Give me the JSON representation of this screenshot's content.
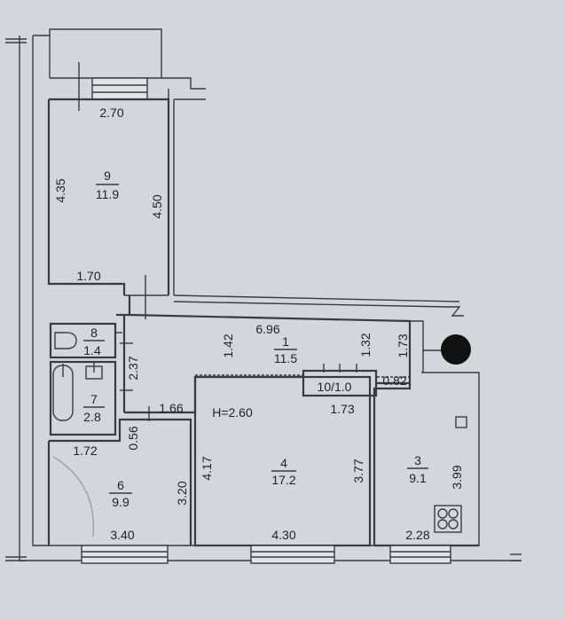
{
  "rooms": [
    {
      "id": "9",
      "area": "11.9"
    },
    {
      "id": "8",
      "area": "1.4"
    },
    {
      "id": "7",
      "area": "2.8"
    },
    {
      "id": "1",
      "area": "11.5"
    },
    {
      "id": "10",
      "area": "1.0",
      "combined": "10/1.0"
    },
    {
      "id": "4",
      "area": "17.2"
    },
    {
      "id": "3",
      "area": "9.1"
    },
    {
      "id": "6",
      "area": "9.9"
    }
  ],
  "dimensions": {
    "d_2_70": "2.70",
    "d_4_35": "4.35",
    "d_4_50": "4.50",
    "d_1_70": "1.70",
    "d_6_96": "6.96",
    "d_1_42": "1.42",
    "d_1_32": "1.32",
    "d_1_73_v": "1.73",
    "d_2_37": "2.37",
    "d_0_82": "0.82",
    "d_1_73_h": "1.73",
    "d_1_66": "1.66",
    "d_0_56": "0.56",
    "d_1_72": "1.72",
    "d_3_20": "3.20",
    "d_4_17": "4.17",
    "d_3_77": "3.77",
    "d_3_99": "3.99",
    "d_3_40": "3.40",
    "d_4_30": "4.30",
    "d_2_28": "2.28"
  },
  "ceiling_height": "H=2.60"
}
